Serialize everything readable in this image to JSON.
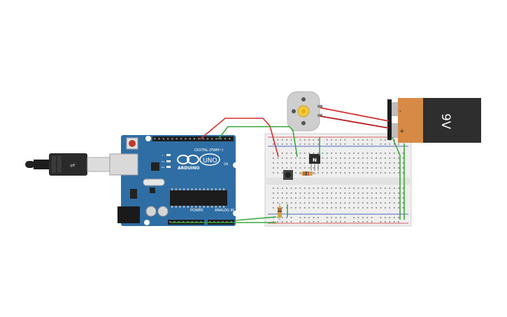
{
  "arduino": {
    "logo_text": "ARDUINO",
    "model_text": "UNO",
    "digital_header_label": "DIGITAL (PWM~)",
    "power_label": "POWER",
    "analog_label": "ANALOG IN",
    "on_label": "ON",
    "led_labels": [
      "L",
      "TX",
      "RX"
    ],
    "board_color": "#2f6ea5"
  },
  "battery": {
    "voltage_label": "9V",
    "minus_label": "-",
    "plus_label": "+"
  },
  "transistor": {
    "label": "N"
  },
  "wire_colors": {
    "red": "#d32f2f",
    "green": "#3aa83a",
    "dark_red": "#b71c1c"
  }
}
